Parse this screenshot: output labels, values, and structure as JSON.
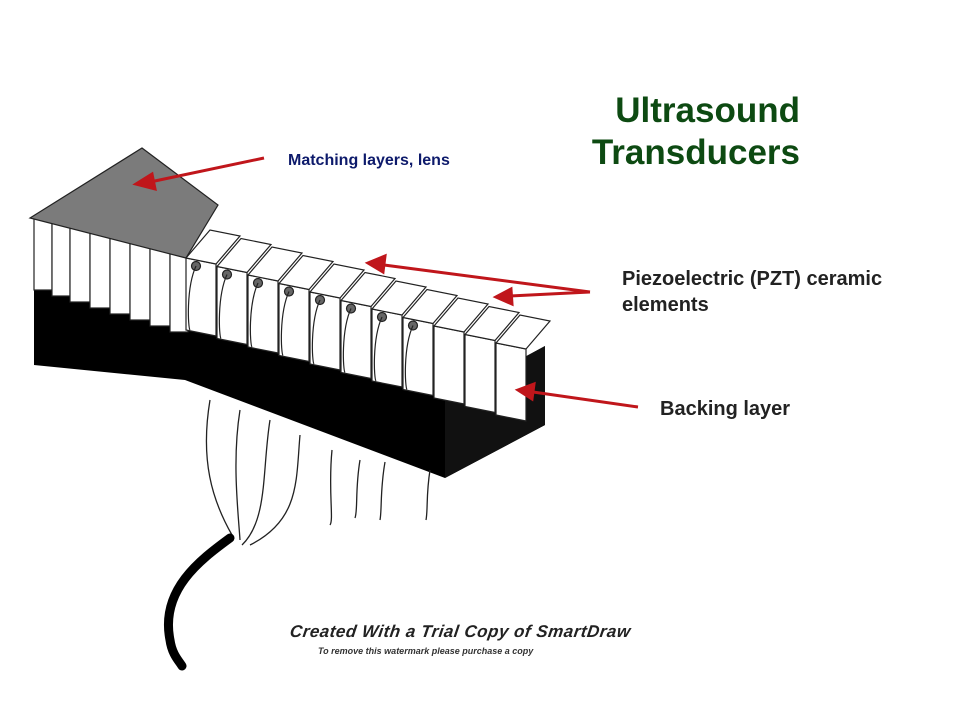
{
  "title": {
    "line1": "Ultrasound",
    "line2": "Transducers"
  },
  "labels": {
    "matching": "Matching layers, lens",
    "piezo_line1": "Piezoelectric (PZT) ceramic",
    "piezo_line2": "elements",
    "backing": "Backing layer"
  },
  "watermark": {
    "line1": "Created With a Trial Copy of SmartDraw",
    "line2": "To remove this watermark please purchase a copy"
  },
  "colors": {
    "title": "#0d4a12",
    "arrow": "#c0161b",
    "backing": "#000000",
    "matching": "#7a7a7a"
  }
}
